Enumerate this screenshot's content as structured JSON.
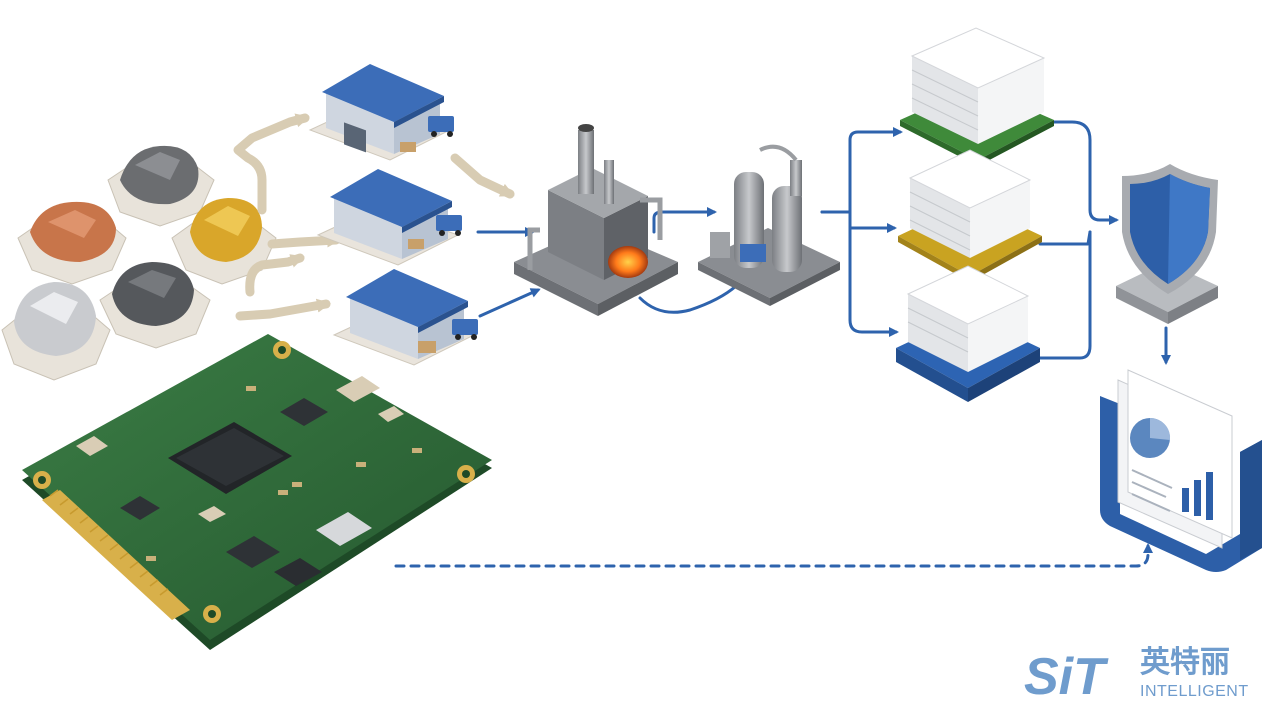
{
  "diagram": {
    "minerals": [
      {
        "name": "gray-ore",
        "color": "#6b6d70"
      },
      {
        "name": "copper-ore",
        "color": "#c8754a"
      },
      {
        "name": "gold-ore",
        "color": "#d9a62a"
      },
      {
        "name": "silver-ore",
        "color": "#c9cbcf"
      },
      {
        "name": "dark-ore",
        "color": "#55585c"
      }
    ],
    "warehouse_count": 3,
    "paper_stacks": [
      {
        "name": "green-base-stack",
        "color": "#3f8a3a"
      },
      {
        "name": "yellow-base-stack",
        "color": "#c9a321"
      },
      {
        "name": "blue-base-stack",
        "color": "#2d64b3"
      }
    ],
    "colors": {
      "flow_arrow": "#2e63ad",
      "raw_material_arrow": "#d8ccb3",
      "warehouse_roof": "#3c6db8",
      "pcb_green": "#2f6b39",
      "shield": "#2d5fa8"
    }
  },
  "logo": {
    "mark": "SiT",
    "chinese": "英特丽",
    "english": "INTELLIGENT",
    "color": "#6f9ccd"
  }
}
